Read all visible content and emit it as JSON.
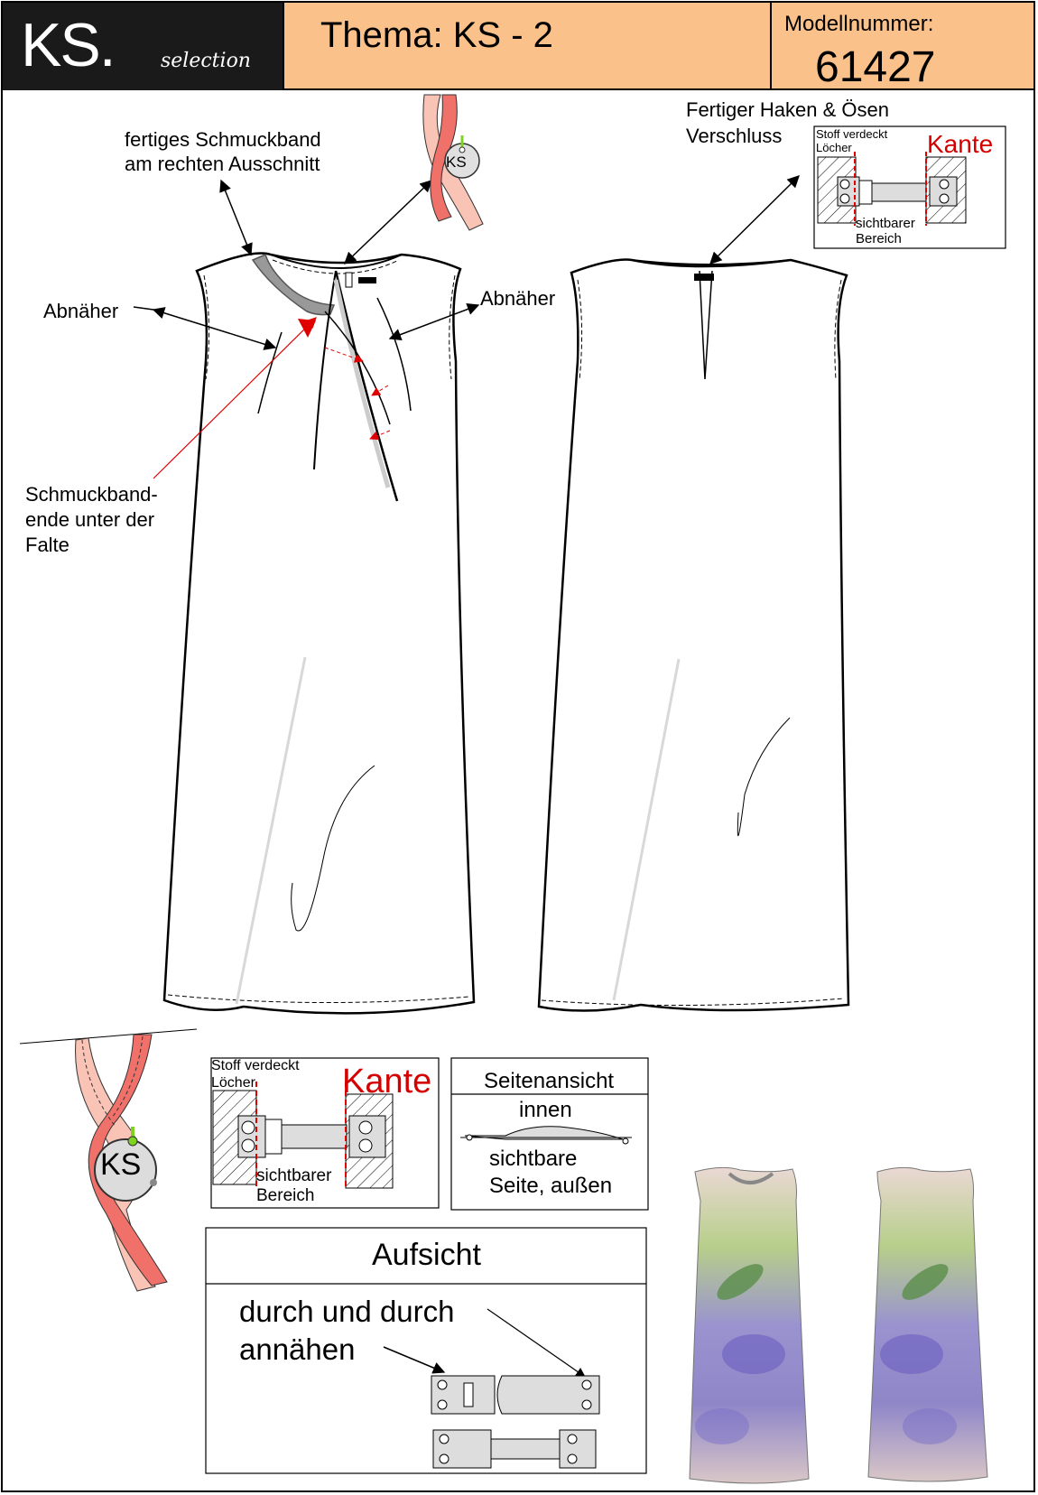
{
  "header": {
    "logo_main": "KS.",
    "logo_sub": "selection",
    "theme": "Thema: KS - 2",
    "model_label": "Modellnummer:",
    "model_number": "61427"
  },
  "annotations": {
    "ribbon_label_line1": "fertiges Schmuckband",
    "ribbon_label_line2": "am rechten Ausschnitt",
    "dart_left": "Abnäher",
    "dart_right": "Abnäher",
    "ribbon_end_line1": "Schmuckband-",
    "ribbon_end_line2": "ende unter  der",
    "ribbon_end_line3": "Falte",
    "closure_line1": "Fertiger Haken & Ösen",
    "closure_line2": "Verschluss"
  },
  "ks_tag": "KS",
  "hook_detail": {
    "fabric_covers": "Stoff verdeckt",
    "holes": "Löcher",
    "edge": "Kante",
    "visible_line1": "sichtbarer",
    "visible_line2": "Bereich"
  },
  "side_view": {
    "title": "Seitenansicht",
    "inside": "innen",
    "visible_line1": "sichtbare",
    "visible_line2": "Seite, außen"
  },
  "top_view": {
    "title": "Aufsicht",
    "instruction_line1": "durch und durch",
    "instruction_line2": "annähen"
  },
  "colors": {
    "header_bg": "#fbc18a",
    "logo_bg": "#1a1a1a",
    "accent_red": "#d40000",
    "ribbon_light": "#f9c4b6",
    "ribbon_dark": "#f0706a"
  }
}
